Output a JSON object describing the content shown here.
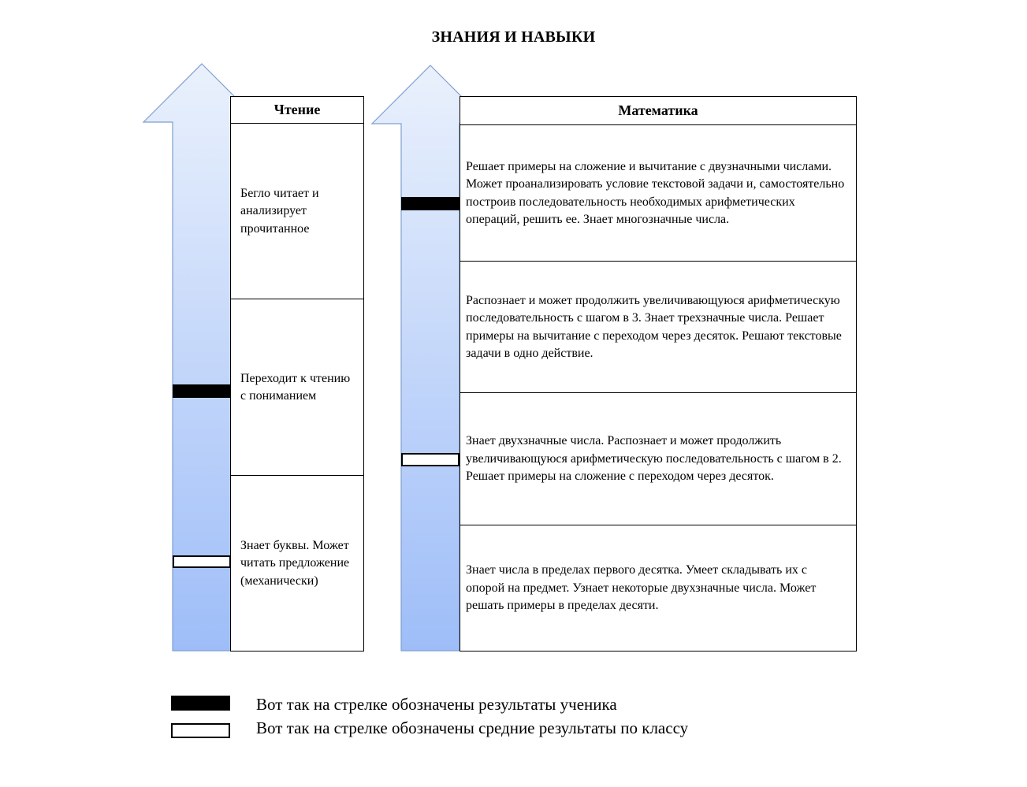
{
  "title": "ЗНАНИЯ И НАВЫКИ",
  "reading": {
    "header": "Чтение",
    "levels": [
      "Бегло читает и анализирует прочитанное",
      "Переходит к чтению с пониманием",
      "Знает буквы. Может читать предложение (механически)"
    ]
  },
  "math": {
    "header": "Математика",
    "levels": [
      "Решает примеры на сложение и вычитание с двузначными числами. Может проанализировать условие текстовой задачи и, самостоятельно построив последовательность необходимых арифметических операций, решить ее. Знает многозначные числа.",
      "Распознает и может продолжить увеличивающуюся арифметическую последовательность с шагом в 3. Знает трехзначные числа. Решает примеры на вычитание с переходом через десяток. Решают текстовые задачи в одно действие.",
      "Знает двухзначные числа. Распознает и может продолжить увеличивающуюся арифметическую последовательность с шагом в 2. Решает примеры на сложение с переходом через десяток.",
      "Знает числа в пределах первого десятка. Умеет складывать их с опорой на предмет. Узнает некоторые двухзначные числа. Может решать примеры в пределах десяти."
    ]
  },
  "legend": {
    "student": "Вот так на стрелке обозначены результаты ученика",
    "average": "Вот так на стрелке обозначены средние результаты по классу"
  },
  "colors": {
    "arrow_top": "#e9f0fc",
    "arrow_bottom": "#9ebdf8",
    "arrow_outline": "#7f9fcf",
    "student_marker": "#000000",
    "average_marker": "#ffffff"
  }
}
